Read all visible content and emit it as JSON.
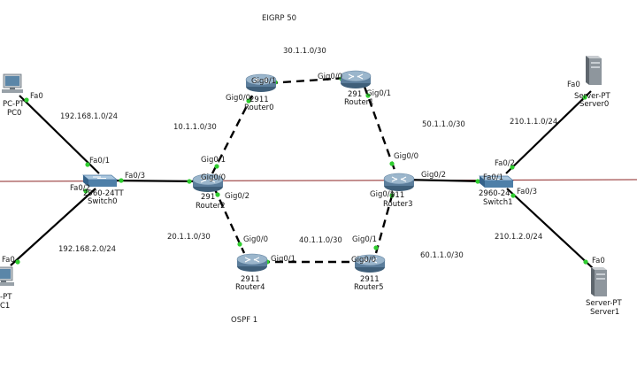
{
  "titles": {
    "eigrp": "EIGRP 50",
    "ospf": "OSPF 1"
  },
  "networks": {
    "n30": "30.1.1.0/30",
    "n10": "10.1.1.0/30",
    "n50": "50.1.1.0/30",
    "n20": "20.1.1.0/30",
    "n40": "40.1.1.0/30",
    "n60": "60.1.1.0/30",
    "n192_1": "192.168.1.0/24",
    "n192_2": "192.168.2.0/24",
    "n210_1": "210.1.1.0/24",
    "n210_2": "210.1.2.0/24"
  },
  "devices": {
    "pc0": {
      "model": "PC-PT",
      "name": "PC0"
    },
    "pc1": {
      "model": "-PT",
      "name": "C1"
    },
    "switch0": {
      "model": "2960-24TT",
      "name": "Switch0"
    },
    "switch1": {
      "model": "2960-24",
      "name": "Switch1"
    },
    "router0": {
      "model": "2911",
      "name": "Router0"
    },
    "router1": {
      "model": "291",
      "name": "Router1"
    },
    "router2": {
      "model": "291",
      "name": "Router2"
    },
    "router3": {
      "model": "911",
      "name": "Router3"
    },
    "router4": {
      "model": "2911",
      "name": "Router4"
    },
    "router5": {
      "model": "2911",
      "name": "Router5"
    },
    "server0": {
      "model": "Server-PT",
      "name": "Server0"
    },
    "server1": {
      "model": "Server-PT",
      "name": "Server1"
    }
  },
  "ports": {
    "pc0_fa0": "Fa0",
    "pc1_fa0": "Fa0",
    "sw0_fa01": "Fa0/1",
    "sw0_fa02": "Fa0/2",
    "sw0_fa03": "Fa0/3",
    "r2_gig00": "Gig0/0",
    "r2_gig01": "Gig0/1",
    "r2_gig02": "Gig0/2",
    "r0_gig00": "Gig0/0",
    "r0_gig01": "Gig0/1",
    "r1_gig00": "Gig0/0",
    "r1_gig01": "Gig0/1",
    "r3_gig00": "Gig0/0",
    "r3_gig01": "Gig0/1",
    "r3_gig02": "Gig0/2",
    "r4_gig00": "Gig0/0",
    "r4_gig01": "Gig0/1",
    "r5_gig00": "Gig0/0",
    "r5_gig01": "Gig0/1",
    "sw1_fa01": "Fa0/1",
    "sw1_fa02": "Fa0/2",
    "sw1_fa03": "Fa0/3",
    "s0_fa0": "Fa0",
    "s1_fa0": "Fa0"
  },
  "colors": {
    "link": "#000000",
    "port_up": "#2ecc2e",
    "divider": "#8b2323",
    "router": "#6f8ea8",
    "switch": "#5f8fb8"
  }
}
